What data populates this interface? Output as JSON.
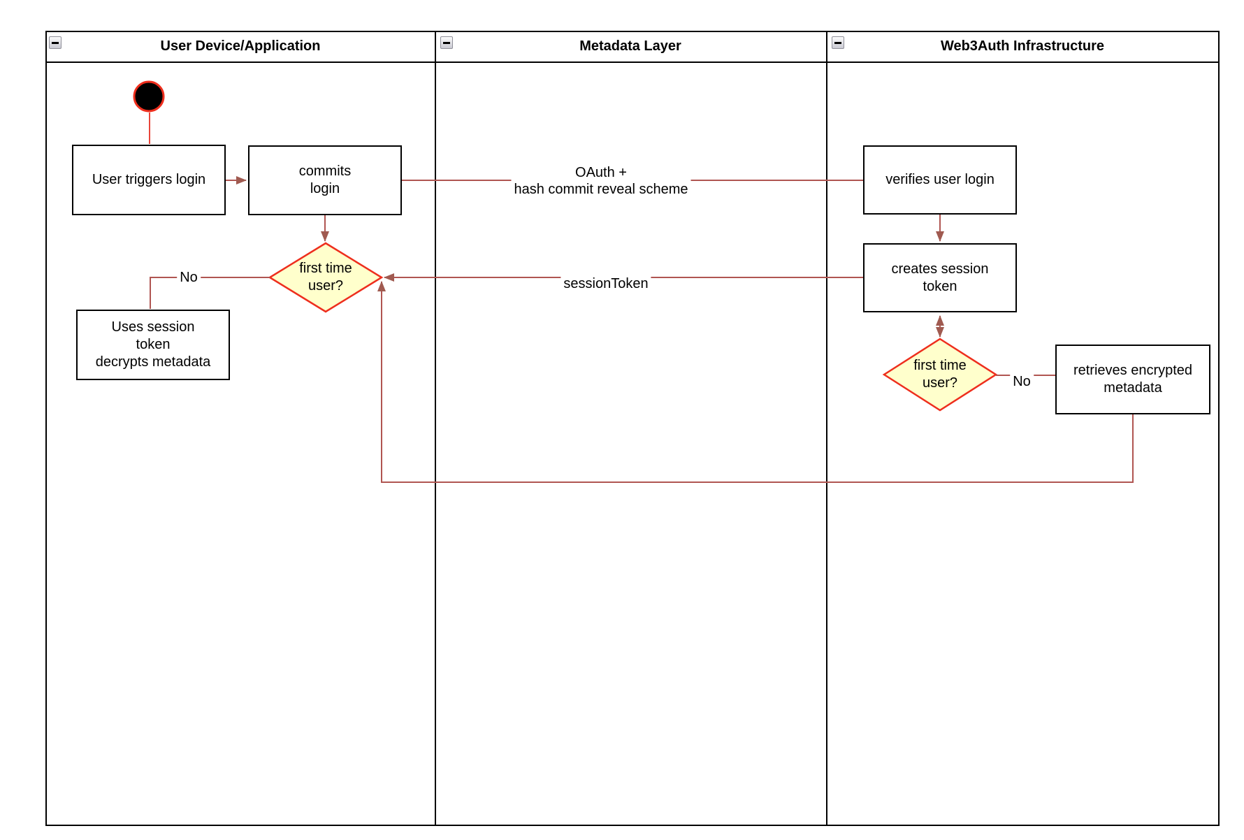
{
  "lanes": [
    {
      "title": "User Device/Application",
      "collapse_icon": "minus-icon"
    },
    {
      "title": "Metadata Layer",
      "collapse_icon": "minus-icon"
    },
    {
      "title": "Web3Auth Infrastructure",
      "collapse_icon": "minus-icon"
    }
  ],
  "nodes": {
    "start": {
      "type": "initial-state-circle"
    },
    "user_triggers_login": {
      "label": "User triggers login"
    },
    "commits_login": {
      "label": "commits\nlogin"
    },
    "first_time_user_device": {
      "label": "first time\nuser?"
    },
    "uses_session_token": {
      "label": "Uses session\ntoken\ndecrypts metadata"
    },
    "verifies_user_login": {
      "label": "verifies user login"
    },
    "creates_session_token": {
      "label": "creates session\ntoken"
    },
    "first_time_user_infra": {
      "label": "first time\nuser?"
    },
    "retrieves_encrypted_metadata": {
      "label": "retrieves encrypted\nmetadata"
    }
  },
  "edge_labels": {
    "oauth": "OAuth +\nhash commit reveal scheme",
    "session_token": "sessionToken",
    "no_device": "No",
    "no_infra": "No"
  },
  "colors": {
    "connector": "#b05551",
    "arrowhead": "#a05a50",
    "decision_fill": "#ffffcc",
    "decision_stroke": "#ee2e1d",
    "start_node_fill": "#000000",
    "start_node_stroke": "#ee2e1d",
    "lane_border": "#000000"
  }
}
